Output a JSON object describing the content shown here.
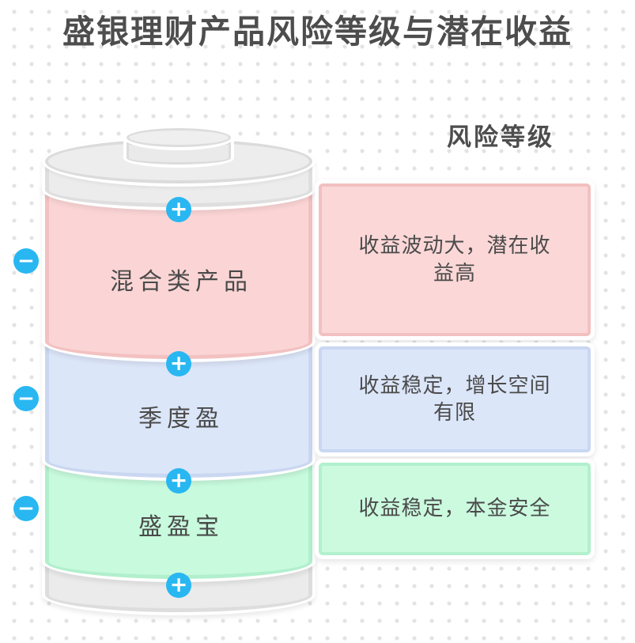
{
  "title": "盛银理财产品风险等级与潜在收益",
  "right_panel": {
    "header": "风险等级"
  },
  "cylinder": {
    "segments": [
      {
        "name": "混合类产品",
        "fill": "#fbd5d5",
        "risk_text": "收益波动大，潜在收\n益高"
      },
      {
        "name": "季度盈",
        "fill": "#dce6f9",
        "risk_text": "收益稳定，增长空间\n有限"
      },
      {
        "name": "盛盈宝",
        "fill": "#c8fade",
        "risk_text": "收益稳定，本金安全"
      }
    ]
  },
  "icons": {
    "plus": "+",
    "minus": "−"
  },
  "colors": {
    "accent_button": "#29b7f2",
    "cylinder_gray": "#ececec",
    "text": "#4c4c4c"
  }
}
